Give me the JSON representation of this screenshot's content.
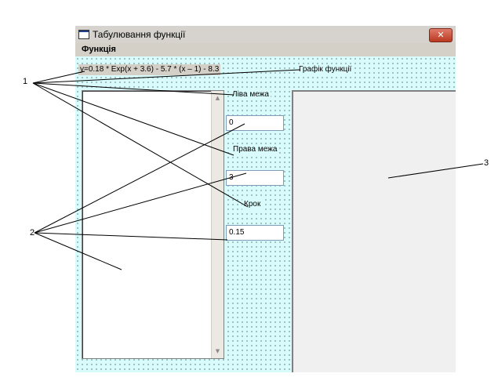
{
  "window": {
    "title": "Табулювання функції",
    "close_symbol": "✕"
  },
  "menu": {
    "items": [
      "Функція"
    ]
  },
  "form": {
    "formula": "y=0.18 * Exp(x + 3.6) - 5.7 * (x – 1) - 8.3",
    "graph_caption": "Графік функції",
    "left_bound_label": "Ліва межа",
    "left_bound_value": "0",
    "right_bound_label": "Права межа",
    "right_bound_value": "3",
    "step_label": "Крок",
    "step_value": "0.15"
  },
  "scrollbar": {
    "up_arrow_icon": "scroll-up-arrow-icon",
    "down_arrow_icon": "scroll-down-arrow-icon"
  },
  "annotations": {
    "labels": [
      "1",
      "2",
      "3"
    ]
  }
}
